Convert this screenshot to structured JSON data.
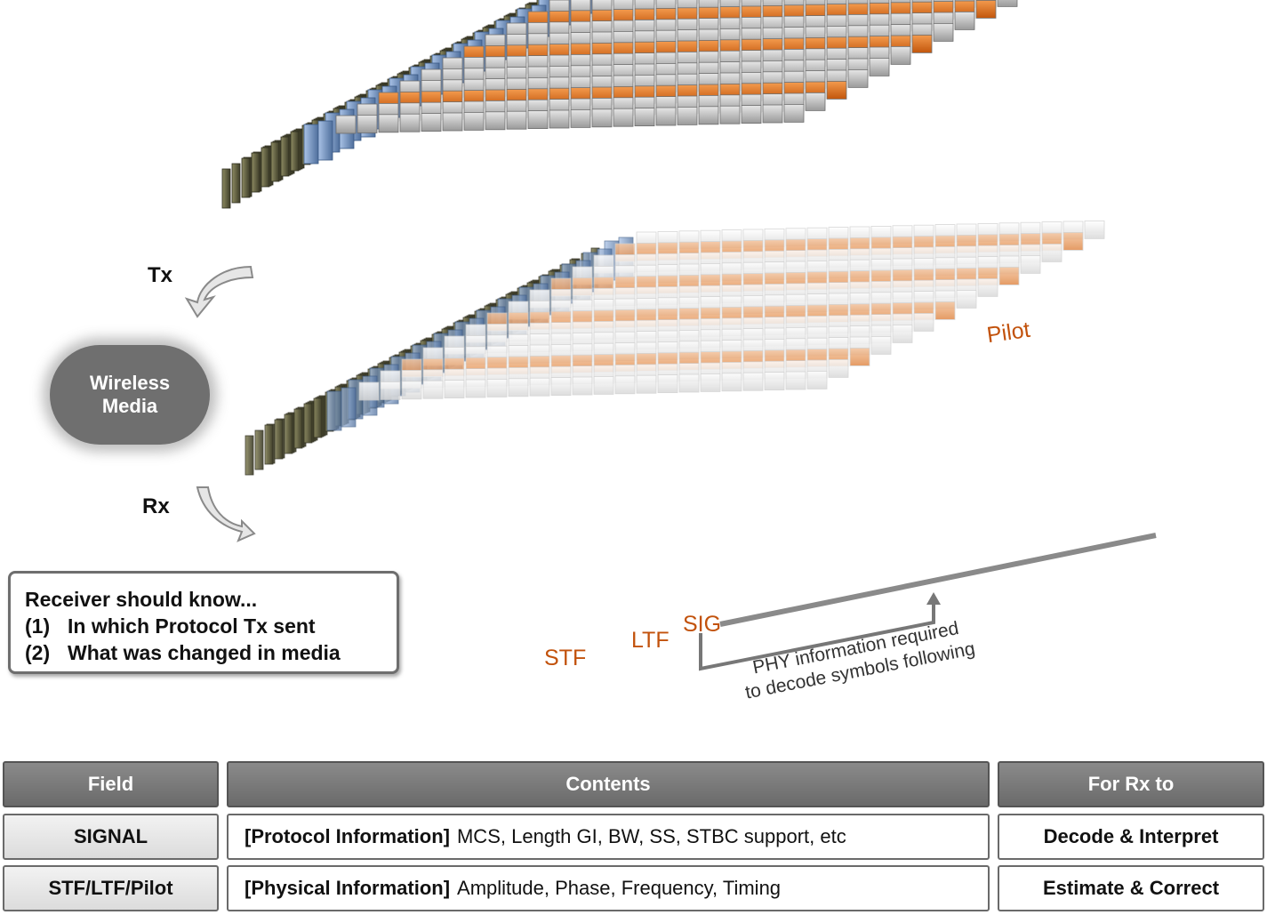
{
  "diagram": {
    "tx_label": "Tx",
    "rx_label": "Rx",
    "media_line1": "Wireless",
    "media_line2": "Media",
    "pilot_label": "Pilot",
    "stf_label": "STF",
    "ltf_label": "LTF",
    "sig_label": "SIG",
    "phy_note_line1": "PHY information required",
    "phy_note_line2": "to decode symbols following",
    "colors": {
      "pilot": "#e8761e",
      "stf": "#5b5a3e",
      "ltf": "#6e8fc2",
      "data": "#c9c9c9"
    }
  },
  "receiver_note": {
    "title": "Receiver should know...",
    "items": [
      {
        "num": "(1)",
        "text": "In which Protocol Tx sent"
      },
      {
        "num": "(2)",
        "text": "What was changed in media"
      }
    ]
  },
  "table": {
    "headers": [
      "Field",
      "Contents",
      "For Rx to"
    ],
    "rows": [
      {
        "field": "SIGNAL",
        "contents_bold": "[Protocol Information]",
        "contents": "MCS, Length GI, BW, SS, STBC support, etc",
        "purpose": "Decode & Interpret"
      },
      {
        "field": "STF/LTF/Pilot",
        "contents_bold": "[Physical Information]",
        "contents": "Amplitude, Phase, Frequency, Timing",
        "purpose": "Estimate & Correct"
      }
    ]
  }
}
